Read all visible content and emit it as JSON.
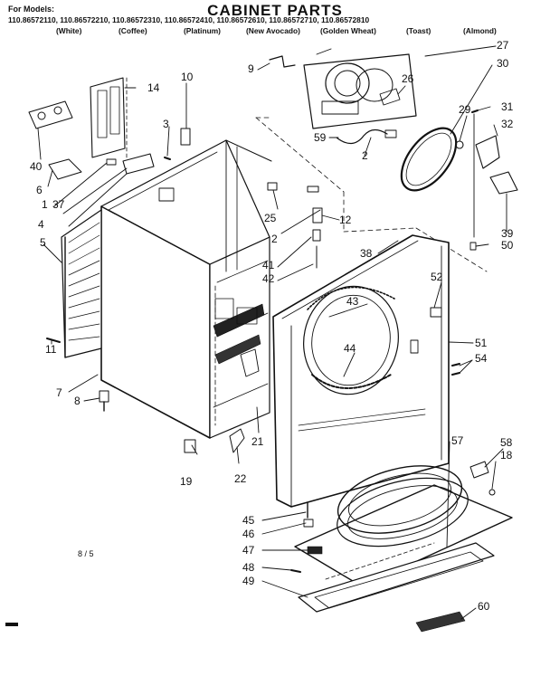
{
  "title": "CABINET PARTS",
  "models_label": "For Models:",
  "models": "110.86572110, 110.86572210, 110.86572310, 110.86572410, 110.86572610, 110.86572710, 110.86572810",
  "colors": [
    "(White)",
    "(Coffee)",
    "(Platinum)",
    "(New Avocado)",
    "(Golden Wheat)",
    "(Toast)",
    "(Almond)"
  ],
  "callouts": [
    "1",
    "2",
    "2",
    "3",
    "4",
    "5",
    "6",
    "7",
    "8",
    "9",
    "10",
    "11",
    "12",
    "14",
    "18",
    "19",
    "21",
    "22",
    "25",
    "26",
    "27",
    "29",
    "30",
    "31",
    "32",
    "37",
    "38",
    "39",
    "40",
    "41",
    "42",
    "43",
    "44",
    "45",
    "46",
    "47",
    "48",
    "49",
    "50",
    "51",
    "52",
    "54",
    "57",
    "58",
    "59",
    "60"
  ],
  "footnote": "8 / 5",
  "colors_hex": {
    "line": "#111111",
    "paper": "#ffffff"
  }
}
